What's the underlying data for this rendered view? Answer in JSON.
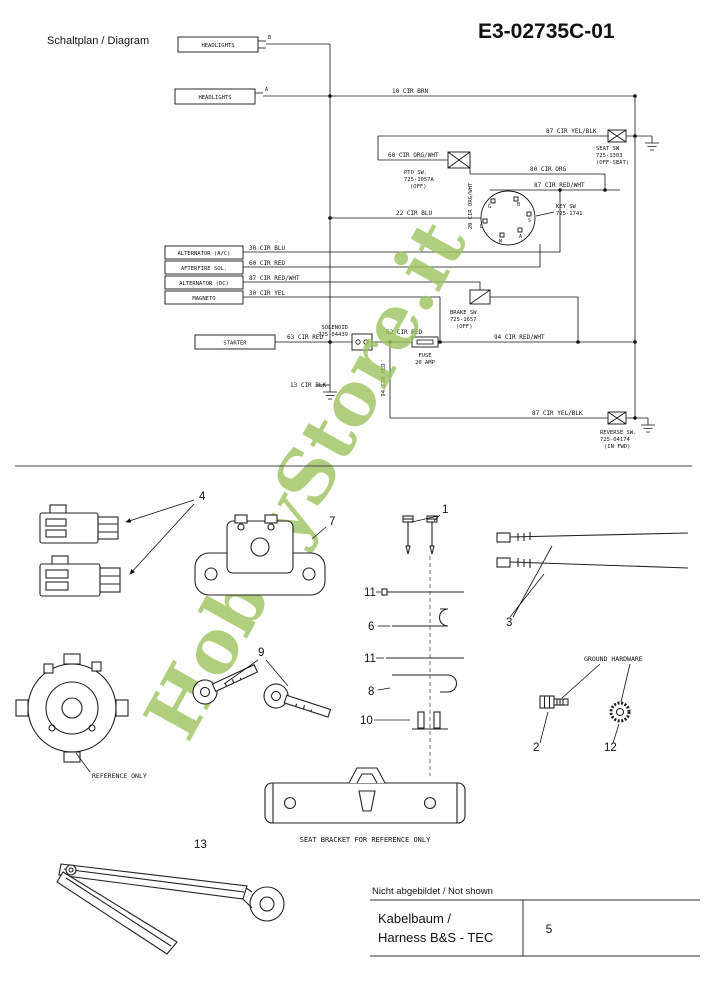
{
  "page": {
    "header_left": "Schaltplan / Diagram",
    "title": "E3-02735C-01",
    "watermark": "HobbyStore.it",
    "watermark_color": "#9cc25e"
  },
  "schematic": {
    "components": {
      "headlights_1": "HEADLIGHTS",
      "headlights_2": "HEADLIGHTS",
      "alternator_ac": "ALTERNATOR (A/C)",
      "afterfire_sol": "AFTERFIRE SOL.",
      "alternator_dc": "ALTERNATOR (DC)",
      "magneto": "MAGNETO",
      "starter": "STARTER"
    },
    "pin_letters": {
      "headlight1": "B",
      "headlight2": "A"
    },
    "wire_labels": {
      "cir10": "10 CIR BRN",
      "cir87_yelblk_top": "87 CIR YEL/BLK",
      "cir60_orgwht": "60 CIR ORG/WHT",
      "cir80_org": "80 CIR ORG",
      "cir87_redwht_top": "87 CIR RED/WHT",
      "cir22_blu": "22 CIR BLU",
      "cir20_orgwht": "20 CIR ORG/WHT",
      "cir30_blu": "30 CIR BLU",
      "cir60_red": "60 CIR RED",
      "cir87_redwht": "87 CIR RED/WHT",
      "cir30_yel": "30 CIR YEL",
      "cir63_red": "63 CIR RED",
      "cir62_red": "62 CIR RED",
      "cir94_redwht": "94 CIR RED/WHT",
      "cir94_red": "94 CIR RED",
      "cir13_blk": "13 CIR BLK",
      "cir87_yelblk_bottom": "87 CIR YEL/BLK"
    },
    "devices": {
      "seat_sw": [
        "SEAT SW",
        "725-1303",
        "(OFF-SEAT)"
      ],
      "pto_sw": [
        "PTO SW.",
        "725-1057A",
        "(OFF)"
      ],
      "key_sw": [
        "KEY SW",
        "725-1741"
      ],
      "brake_sw": [
        "BRAKE SW.",
        "725-1657",
        "(OFF)"
      ],
      "solenoid": [
        "SOLENOID",
        "725-04439"
      ],
      "fuse": [
        "FUSE",
        "20 AMP"
      ],
      "reverse_sw": [
        "REVERSE SW.",
        "725-04174",
        "(IN FWD)"
      ]
    },
    "key_terminals": [
      "G",
      "B",
      "S",
      "A",
      "M",
      "L"
    ]
  },
  "parts": {
    "callouts": {
      "n1": "1",
      "n2": "2",
      "n3": "3",
      "n4": "4",
      "n6": "6",
      "n7": "7",
      "n8": "8",
      "n9": "9",
      "n10": "10",
      "n11": "11",
      "n12": "12",
      "n13": "13"
    },
    "ground_hardware": "GROUND HARDWARE",
    "reference_only": "REFERENCE ONLY",
    "seat_bracket": "SEAT BRACKET FOR REFERENCE ONLY"
  },
  "table": {
    "header": "Nicht abgebildet / Not shown",
    "item_line1": "Kabelbaum /",
    "item_line2": "Harness  B&S - TEC",
    "qty": "5"
  }
}
